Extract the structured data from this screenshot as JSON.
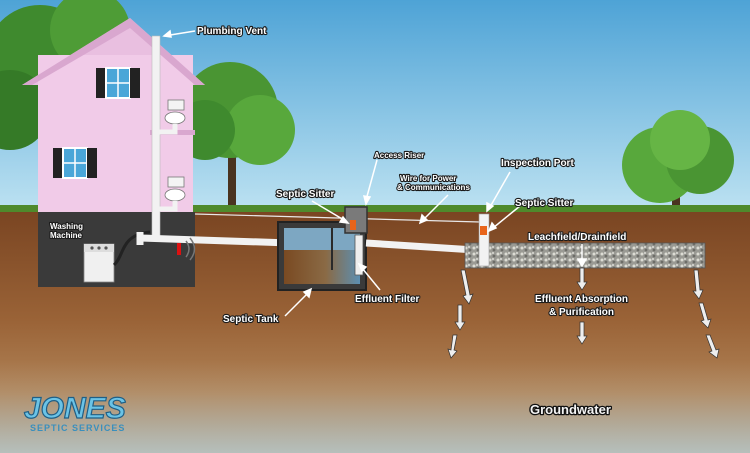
{
  "labels": {
    "plumbing_vent": "Plumbing Vent",
    "washing_machine_line1": "Washing",
    "washing_machine_line2": "Machine",
    "access_riser": "Access Riser",
    "wire_line1": "Wire for Power",
    "wire_line2": "& Communications",
    "inspection_port": "Inspection Port",
    "septic_sitter_tank": "Septic Sitter",
    "septic_sitter_field": "Septic Sitter",
    "leachfield": "Leachfield/Drainfield",
    "septic_tank": "Septic Tank",
    "effluent_filter": "Effluent Filter",
    "absorption_line1": "Effluent Absorption",
    "absorption_line2": "& Purification",
    "groundwater": "Groundwater"
  },
  "logo": {
    "name": "JONES",
    "tagline": "SEPTIC SERVICES"
  },
  "colors": {
    "sky": "#6fb7df",
    "soil": "#8a5530",
    "house_wall": "#f0c8e6",
    "basement": "#3a3a3a",
    "pipe": "#f2f2f2",
    "indicator": "#e8641a",
    "groundwater": "#a9b3ae"
  }
}
